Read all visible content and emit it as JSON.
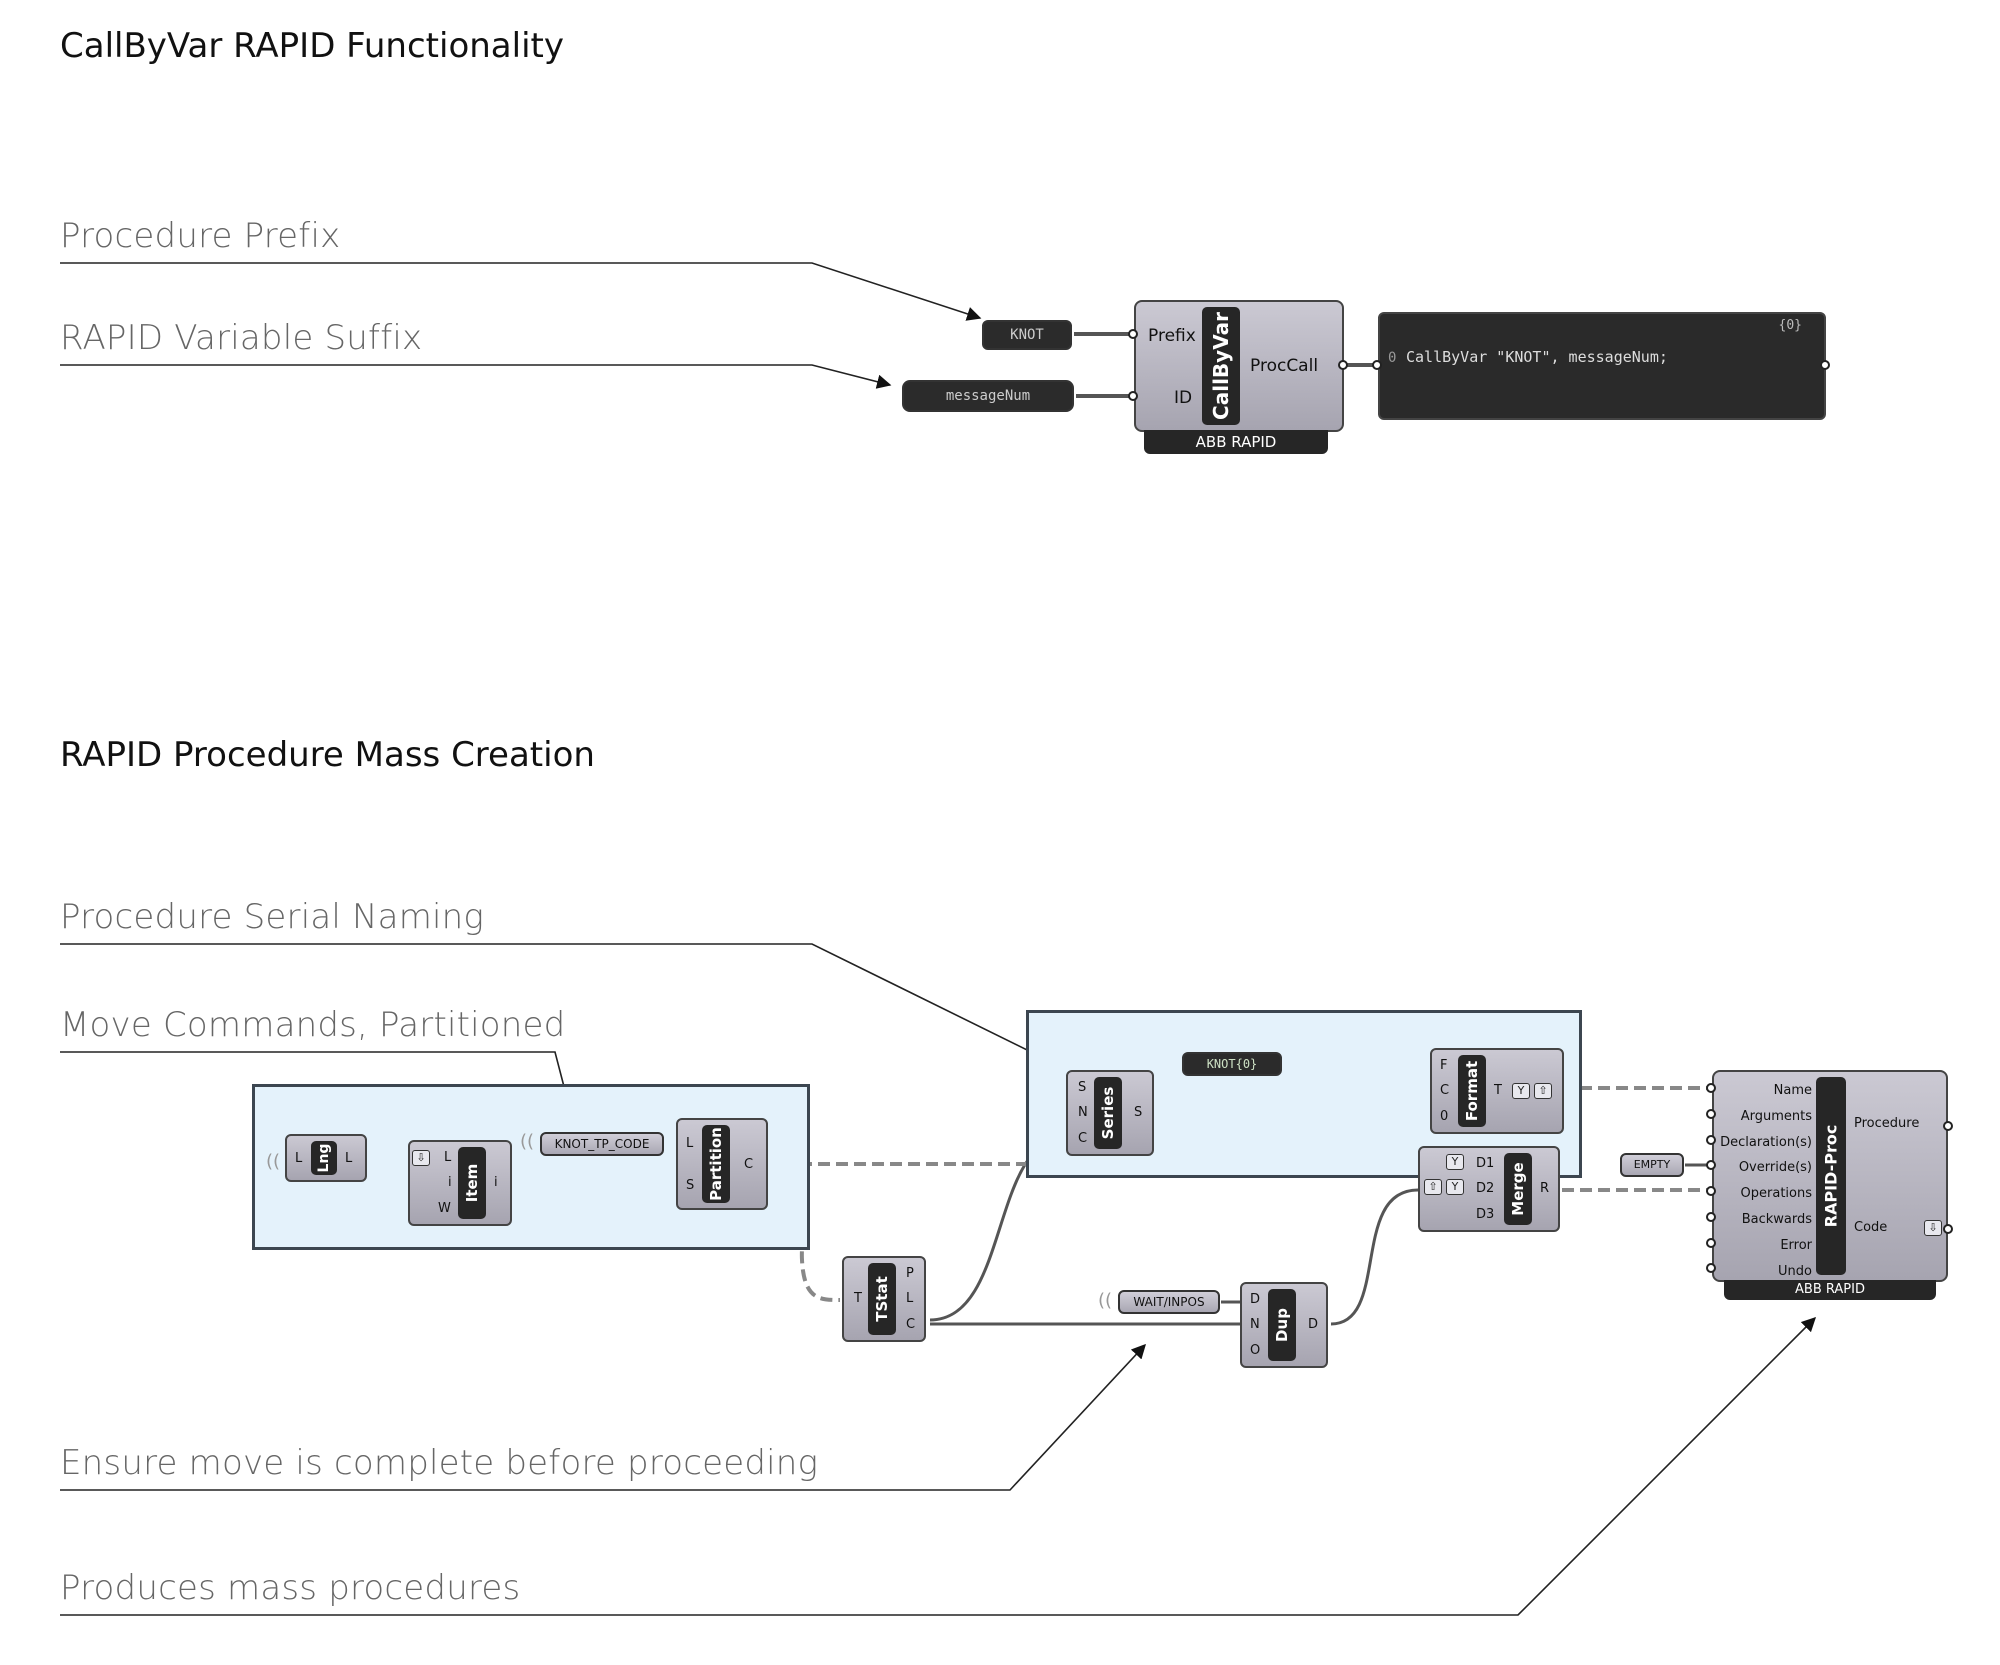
{
  "titles": {
    "section1": "CallByVar RAPID Functionality",
    "section2": "RAPID Procedure Mass Creation"
  },
  "notes": {
    "procedure_prefix": "Procedure Prefix",
    "rapid_variable_suffix": "RAPID Variable Suffix",
    "procedure_serial_naming": "Procedure Serial Naming",
    "move_commands_partitioned": "Move Commands, Partitioned",
    "ensure_move_complete": "Ensure move is complete before proceeding",
    "produces_mass_procedures": "Produces mass procedures"
  },
  "callbyvar": {
    "prefix_panel": "KNOT",
    "id_panel": "messageNum",
    "component": "CallByVar",
    "input_prefix": "Prefix",
    "input_id": "ID",
    "output": "ProcCall",
    "footer": "ABB RAPID",
    "output_panel": {
      "path": "{0}",
      "index": "0",
      "text": "CallByVar \"KNOT\", messageNum;"
    }
  },
  "mass": {
    "lng": {
      "name": "Lng",
      "in": "L",
      "out": "L"
    },
    "item": {
      "name": "Item",
      "in_l": "L",
      "in_i": "i",
      "in_w": "W",
      "out": "i"
    },
    "tp_code": "KNOT_TP_CODE",
    "partition": {
      "name": "Partition",
      "in_l": "L",
      "in_s": "S",
      "out": "C"
    },
    "series": {
      "name": "Series",
      "in_s": "S",
      "in_n": "N",
      "in_c": "C",
      "out": "S"
    },
    "knot_fmt": "KNOT{0}",
    "format": {
      "name": "Format",
      "in_f": "F",
      "in_c": "C",
      "in_0": "0",
      "out": "T"
    },
    "tstat": {
      "name": "TStat",
      "in": "T",
      "out_p": "P",
      "out_l": "L",
      "out_c": "C"
    },
    "wait_inpos": "WAIT/INPOS",
    "dup": {
      "name": "Dup",
      "in_d": "D",
      "in_n": "N",
      "in_o": "O",
      "out": "D"
    },
    "merge": {
      "name": "Merge",
      "in_d1": "D1",
      "in_d2": "D2",
      "in_d3": "D3",
      "out": "R"
    },
    "empty": "EMPTY",
    "rapidproc": {
      "name": "RAPID-Proc",
      "inputs": [
        "Name",
        "Arguments",
        "Declaration(s)",
        "Override(s)",
        "Operations",
        "Backwards",
        "Error",
        "Undo"
      ],
      "out_procedure": "Procedure",
      "out_code": "Code",
      "footer": "ABB RAPID"
    }
  },
  "icons": [
    "arrow-pointer-icon",
    "wireless-icon",
    "flatten-icon",
    "graft-icon",
    "simplify-icon"
  ]
}
